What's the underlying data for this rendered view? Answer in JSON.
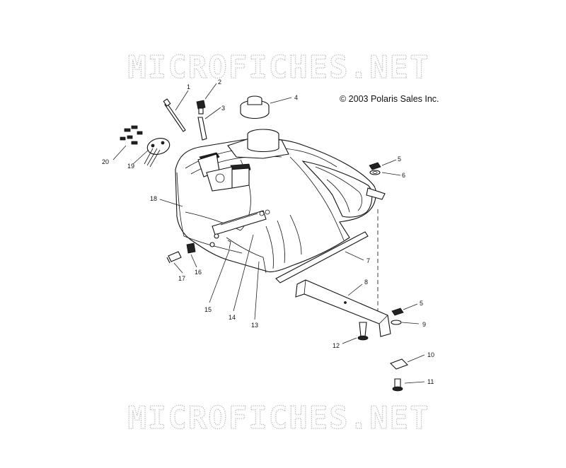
{
  "watermark": {
    "top": "MICROFICHES.NET",
    "bottom": "MICROFICHES.NET"
  },
  "copyright": "© 2003 Polaris Sales Inc.",
  "callouts": [
    "1",
    "2",
    "3",
    "4",
    "5",
    "6",
    "7",
    "8",
    "5",
    "9",
    "10",
    "11",
    "12",
    "13",
    "14",
    "15",
    "16",
    "17",
    "18",
    "19",
    "20"
  ]
}
